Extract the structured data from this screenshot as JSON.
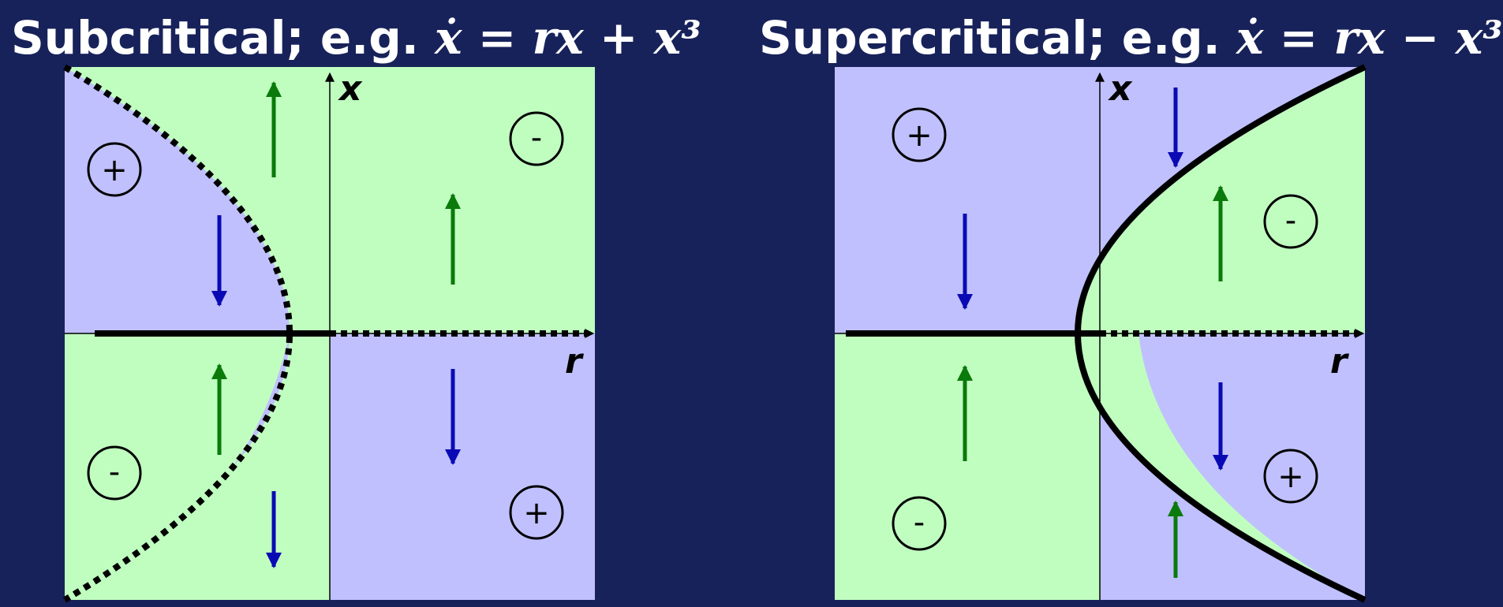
{
  "titles": {
    "left": {
      "prefix": "Subcritical; e.g. ",
      "equation": "ẋ = rx + x³"
    },
    "right": {
      "prefix": "Supercritical; e.g. ",
      "equation": "ẋ = rx − x³"
    }
  },
  "axes": {
    "x_label": "x",
    "r_label": "r"
  },
  "signs": {
    "plus": "+",
    "minus": "-"
  },
  "colors": {
    "background": "#18225a",
    "region_purple": "#c0c0fe",
    "region_green": "#c0fec0",
    "arrow_green": "#0a7a0a",
    "arrow_blue": "#0a0ab4",
    "curve": "#000000"
  }
}
